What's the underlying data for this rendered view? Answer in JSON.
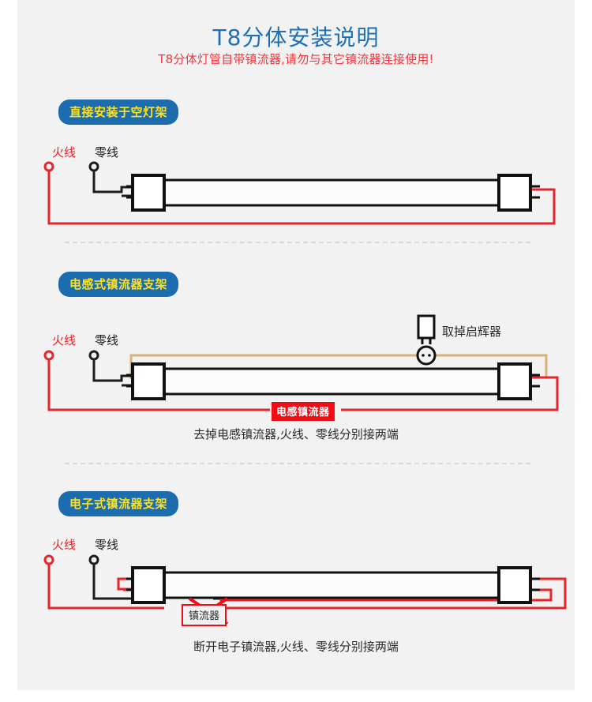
{
  "header": {
    "title": "T8分体安装说明",
    "subtitle": "T8分体灯管自带镇流器,请勿与其它镇流器连接使用!",
    "title_color": "#1f6fb5",
    "subtitle_color": "#f4353b"
  },
  "colors": {
    "page_background": "#f2f2f2",
    "outer_background": "#ffffff",
    "badge_background": "#1c6cb0",
    "badge_text": "#ffe11b",
    "live_wire": "#e8252a",
    "neutral_wire": "#1c1c1c",
    "starter_wire": "#d8b277",
    "tube_outline": "#111111",
    "divider": "#d9d9d9",
    "ballast_red": "#f20d16"
  },
  "sections": [
    {
      "id": "direct-mount",
      "badge": "直接安装于空灯架",
      "live_label": "火线",
      "neutral_label": "零线",
      "caption": ""
    },
    {
      "id": "inductive-ballast",
      "badge": "电感式镇流器支架",
      "live_label": "火线",
      "neutral_label": "零线",
      "starter_note": "取掉启辉器",
      "ballast_label": "电感镇流器",
      "caption": "去掉电感镇流器,火线、零线分别接两端"
    },
    {
      "id": "electronic-ballast",
      "badge": "电子式镇流器支架",
      "live_label": "火线",
      "neutral_label": "零线",
      "ballast_label": "镇流器",
      "caption": "断开电子镇流器,火线、零线分别接两端"
    }
  ]
}
